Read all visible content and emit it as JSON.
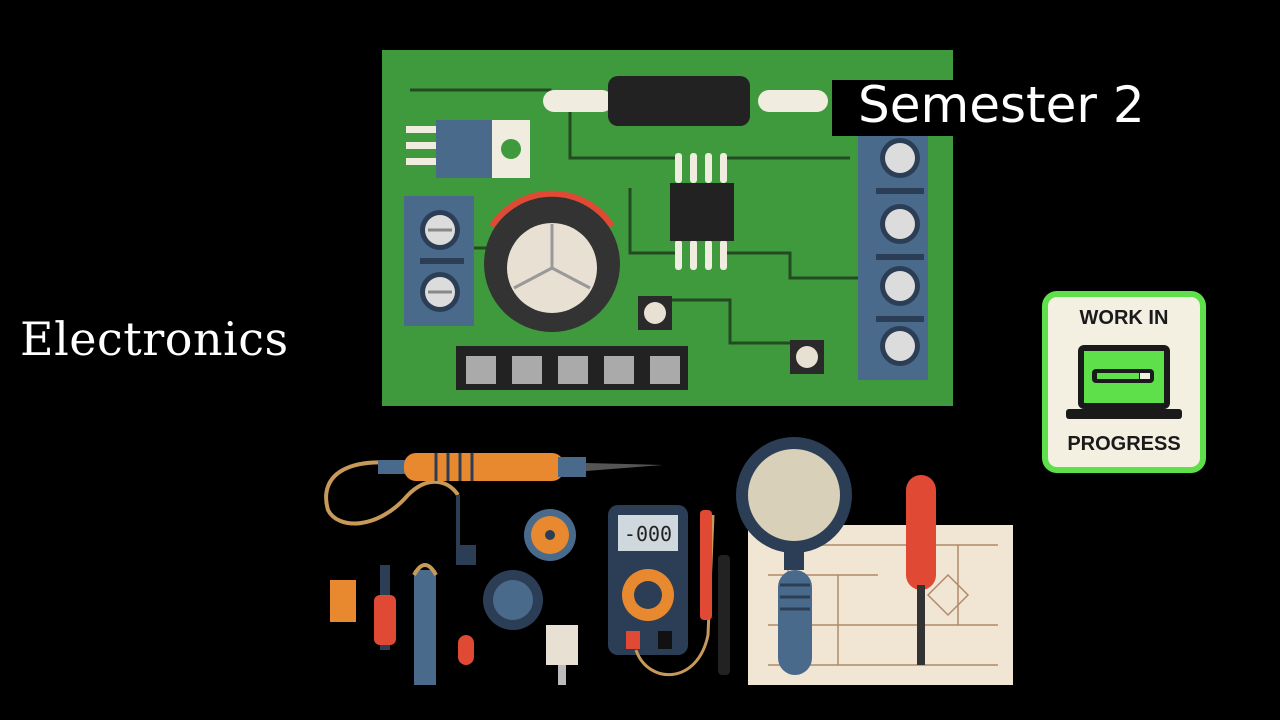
{
  "slide": {
    "title": "Electronics",
    "semester": "Semester 2"
  },
  "badge": {
    "line1": "WORK IN",
    "line2": "PROGRESS",
    "accent": "#5ee04a",
    "background": "#f3f0e2"
  },
  "multimeter": {
    "display": "-000"
  },
  "colors": {
    "background": "#000000",
    "pcb": "#3f9a3e",
    "terminal": "#4a6a8c"
  }
}
